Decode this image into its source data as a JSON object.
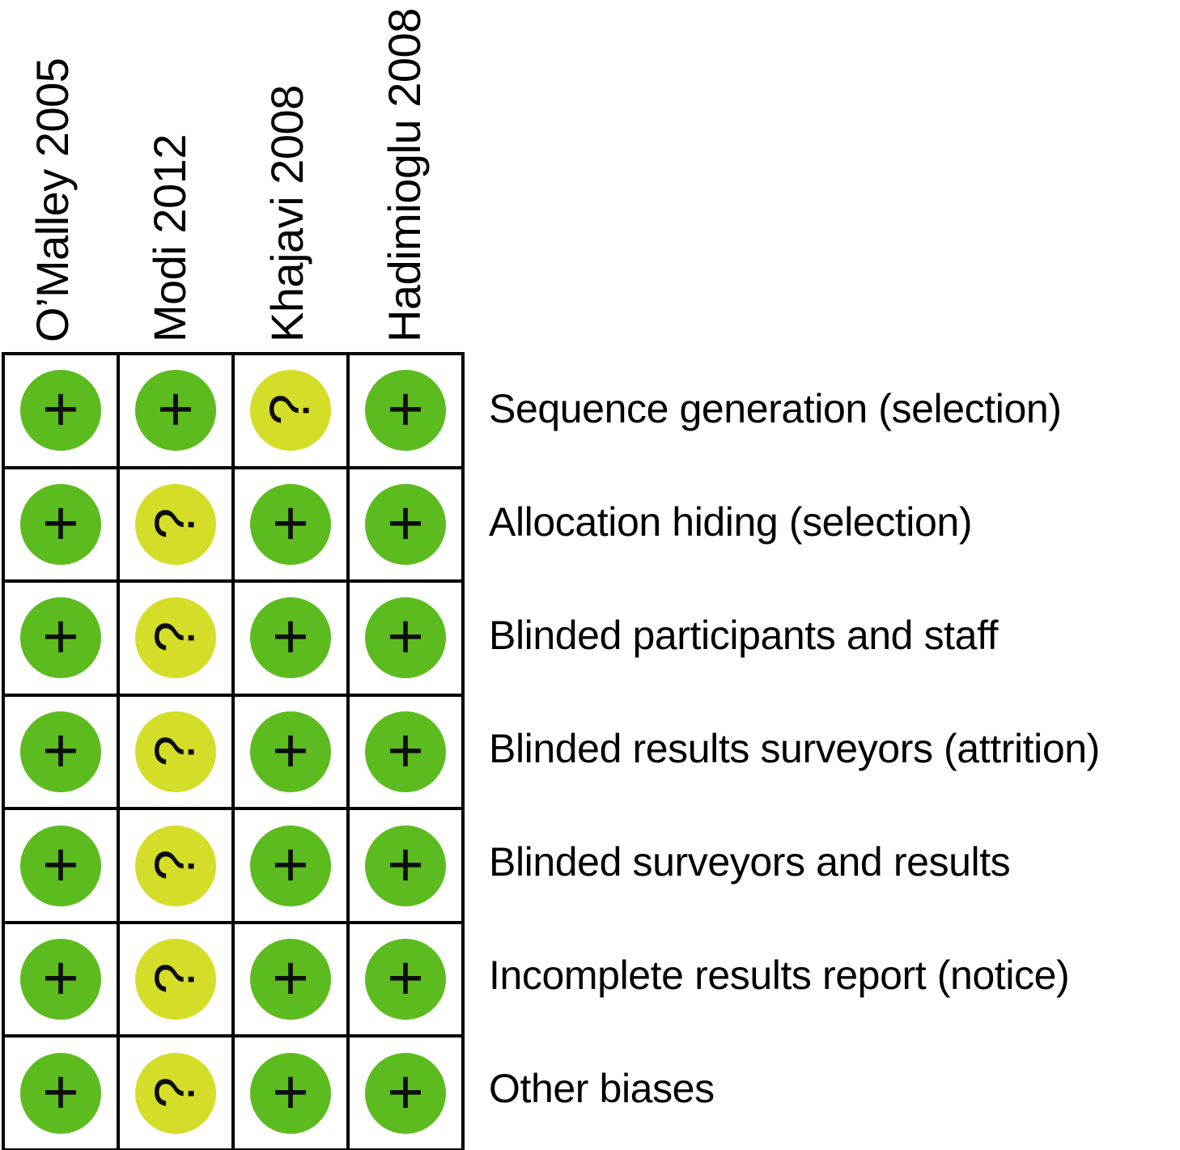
{
  "figure": {
    "type": "risk-of-bias-summary",
    "columns": [
      {
        "label": "O’Malley 2005"
      },
      {
        "label": "Modi 2012"
      },
      {
        "label": "Khajavi 2008"
      },
      {
        "label": "Hadimioglu 2008"
      }
    ],
    "rows": [
      {
        "label": "Sequence generation (selection)"
      },
      {
        "label": "Allocation hiding (selection)"
      },
      {
        "label": "Blinded participants and staff"
      },
      {
        "label": "Blinded results surveyors (attrition)"
      },
      {
        "label": "Blinded surveyors and results"
      },
      {
        "label": "Incomplete results report (notice)"
      },
      {
        "label": "Other biases"
      }
    ],
    "legend": {
      "low_symbol": "+",
      "unclear_symbol": "?",
      "low_color": "#5CBB1E",
      "unclear_color": "#D4DE28",
      "grid_color": "#000000",
      "background_color": "#FFFFFF"
    },
    "cells": [
      [
        {
          "judgement": "low",
          "symbol": "+"
        },
        {
          "judgement": "low",
          "symbol": "+"
        },
        {
          "judgement": "unclear",
          "symbol": "?"
        },
        {
          "judgement": "low",
          "symbol": "+"
        }
      ],
      [
        {
          "judgement": "low",
          "symbol": "+"
        },
        {
          "judgement": "unclear",
          "symbol": "?"
        },
        {
          "judgement": "low",
          "symbol": "+"
        },
        {
          "judgement": "low",
          "symbol": "+"
        }
      ],
      [
        {
          "judgement": "low",
          "symbol": "+"
        },
        {
          "judgement": "unclear",
          "symbol": "?"
        },
        {
          "judgement": "low",
          "symbol": "+"
        },
        {
          "judgement": "low",
          "symbol": "+"
        }
      ],
      [
        {
          "judgement": "low",
          "symbol": "+"
        },
        {
          "judgement": "unclear",
          "symbol": "?"
        },
        {
          "judgement": "low",
          "symbol": "+"
        },
        {
          "judgement": "low",
          "symbol": "+"
        }
      ],
      [
        {
          "judgement": "low",
          "symbol": "+"
        },
        {
          "judgement": "unclear",
          "symbol": "?"
        },
        {
          "judgement": "low",
          "symbol": "+"
        },
        {
          "judgement": "low",
          "symbol": "+"
        }
      ],
      [
        {
          "judgement": "low",
          "symbol": "+"
        },
        {
          "judgement": "unclear",
          "symbol": "?"
        },
        {
          "judgement": "low",
          "symbol": "+"
        },
        {
          "judgement": "low",
          "symbol": "+"
        }
      ],
      [
        {
          "judgement": "low",
          "symbol": "+"
        },
        {
          "judgement": "unclear",
          "symbol": "?"
        },
        {
          "judgement": "low",
          "symbol": "+"
        },
        {
          "judgement": "low",
          "symbol": "+"
        }
      ]
    ]
  },
  "chart_data": {
    "type": "heatmap",
    "title": "",
    "xlabel": "",
    "ylabel": "",
    "categories": [
      "O’Malley 2005",
      "Modi 2012",
      "Khajavi 2008",
      "Hadimioglu 2008"
    ],
    "rows": [
      "Sequence generation (selection)",
      "Allocation hiding (selection)",
      "Blinded participants and staff",
      "Blinded results surveyors (attrition)",
      "Blinded surveyors and results",
      "Incomplete results report (notice)",
      "Other biases"
    ],
    "legend_position": "none",
    "grid": true,
    "values": [
      [
        "low",
        "low",
        "unclear",
        "low"
      ],
      [
        "low",
        "unclear",
        "low",
        "low"
      ],
      [
        "low",
        "unclear",
        "low",
        "low"
      ],
      [
        "low",
        "unclear",
        "low",
        "low"
      ],
      [
        "low",
        "unclear",
        "low",
        "low"
      ],
      [
        "low",
        "unclear",
        "low",
        "low"
      ],
      [
        "low",
        "unclear",
        "low",
        "low"
      ]
    ],
    "value_symbols": [
      [
        "+",
        "+",
        "?",
        "+"
      ],
      [
        "+",
        "?",
        "+",
        "+"
      ],
      [
        "+",
        "?",
        "+",
        "+"
      ],
      [
        "+",
        "?",
        "+",
        "+"
      ],
      [
        "+",
        "?",
        "+",
        "+"
      ],
      [
        "+",
        "?",
        "+",
        "+"
      ],
      [
        "+",
        "?",
        "+",
        "+"
      ]
    ],
    "value_colors": {
      "low": "#5CBB1E",
      "unclear": "#D4DE28"
    }
  }
}
